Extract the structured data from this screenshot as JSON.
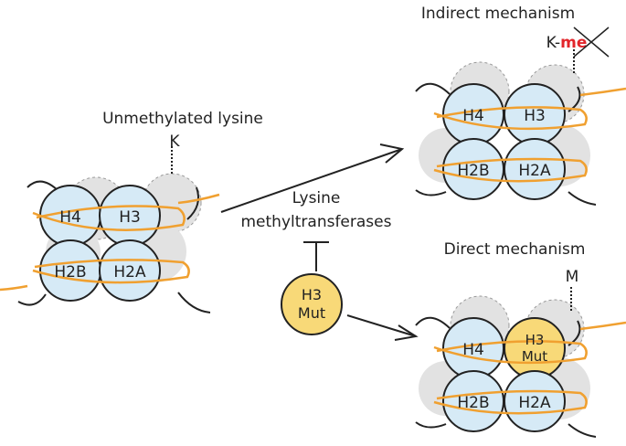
{
  "colors": {
    "histone_fill": "#d6eaf6",
    "histone_mut_fill": "#f8d978",
    "back_fill": "#e2e2e2",
    "dna": "#f0a030",
    "stroke": "#222222",
    "me_red": "#e2262b"
  },
  "left": {
    "title": "Unmethylated lysine",
    "residue": "K",
    "histones": {
      "h4": "H4",
      "h3": "H3",
      "h2b": "H2B",
      "h2a": "H2A"
    }
  },
  "top_right": {
    "title": "Indirect mechanism",
    "residue_prefix": "K-",
    "residue_mod": "me",
    "histones": {
      "h4": "H4",
      "h3": "H3",
      "h2b": "H2B",
      "h2a": "H2A"
    }
  },
  "bottom_right": {
    "title": "Direct mechanism",
    "residue": "M",
    "histones": {
      "h4": "H4",
      "h3_line1": "H3",
      "h3_line2": "Mut",
      "h2b": "H2B",
      "h2a": "H2A"
    }
  },
  "enzyme": {
    "line1": "Lysine",
    "line2": "methyltransferases"
  },
  "inhibitor": {
    "line1": "H3",
    "line2": "Mut"
  }
}
